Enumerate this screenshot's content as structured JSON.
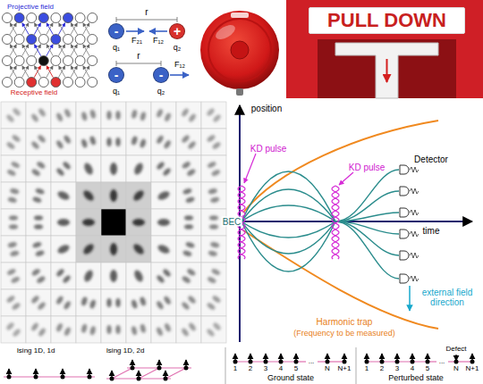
{
  "diagram": {
    "nodes": [
      {
        "text": [
          "-"
        ]
      },
      {
        "text": [
          "+"
        ]
      },
      {
        "text": [
          "-"
        ]
      },
      {
        "text": [
          "-"
        ]
      },
      {
        "text": [
          "PULL DOWN"
        ]
      }
    ],
    "labels": [
      "Projective field",
      "Receptive field",
      "r",
      "F₂₁",
      "F₁₂",
      "q₁",
      "q₂",
      "r",
      "F₁₂",
      "q₁",
      "q₂",
      "position",
      "time",
      "KD pulse",
      "KD pulse",
      "BEC",
      "Detector",
      "Harmonic trap",
      "(Frequency to be measured)",
      "external field direction",
      "Ising 1D, 1d",
      "Ising 1D, 2d",
      "1",
      "2",
      "3",
      "4",
      "5",
      "...",
      "N",
      "N+1",
      "Ground state",
      "Defect",
      "1",
      "2",
      "3",
      "4",
      "5",
      "...",
      "N",
      "N+1",
      "Perturbed state"
    ]
  }
}
